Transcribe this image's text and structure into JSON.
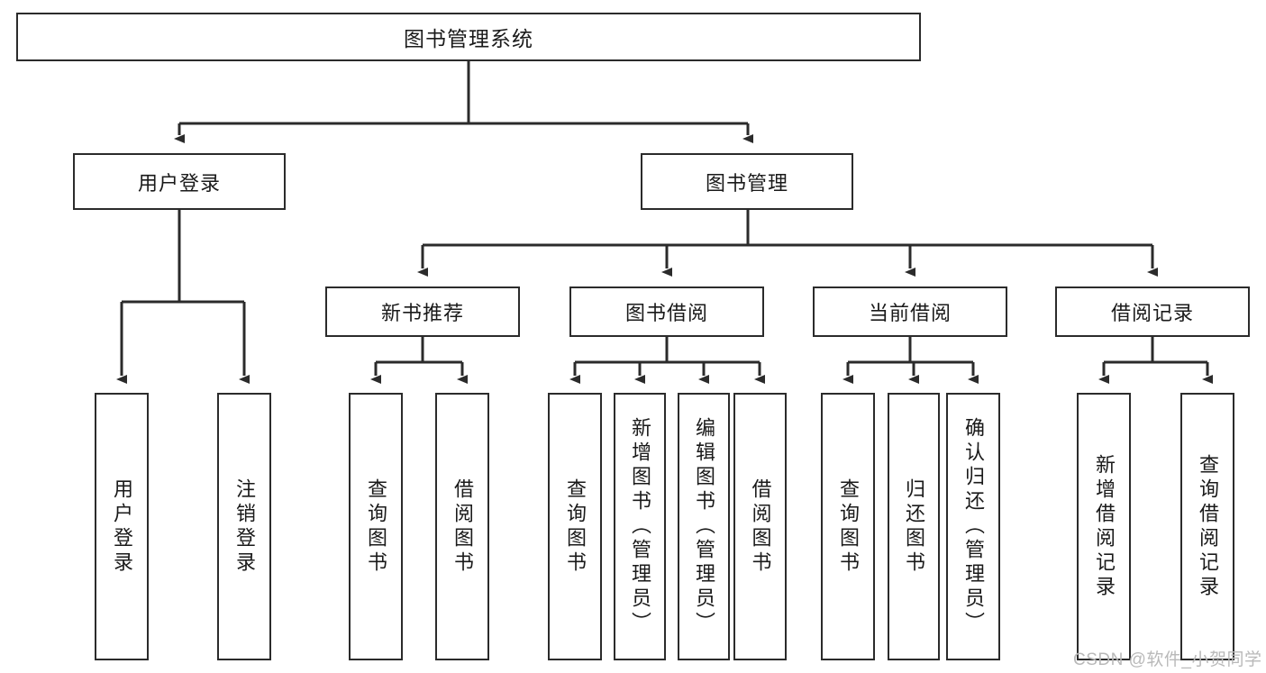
{
  "diagram": {
    "type": "hierarchy-tree",
    "title": "图书管理系统",
    "root": {
      "label": "图书管理系统"
    },
    "level2": [
      {
        "label": "用户登录"
      },
      {
        "label": "图书管理"
      }
    ],
    "level3": [
      {
        "label": "新书推荐"
      },
      {
        "label": "图书借阅"
      },
      {
        "label": "当前借阅"
      },
      {
        "label": "借阅记录"
      }
    ],
    "leaves": {
      "user_login": [
        {
          "label": "用户登录"
        },
        {
          "label": "注销登录"
        }
      ],
      "new_book_recommend": [
        {
          "label": "查询图书"
        },
        {
          "label": "借阅图书"
        }
      ],
      "book_borrow": [
        {
          "label": "查询图书"
        },
        {
          "label": "新增图书（管理员）"
        },
        {
          "label": "编辑图书（管理员）"
        },
        {
          "label": "借阅图书"
        }
      ],
      "current_borrow": [
        {
          "label": "查询图书"
        },
        {
          "label": "归还图书"
        },
        {
          "label": "确认归还（管理员）"
        }
      ],
      "borrow_record": [
        {
          "label": "新增借阅记录"
        },
        {
          "label": "查询借阅记录"
        }
      ]
    }
  },
  "watermark": {
    "text": "CSDN @软件_小贺同学"
  },
  "colors": {
    "stroke": "#2b2b2b",
    "box_fill": "#ffffff",
    "text": "#1a1a1a",
    "watermark": "#b9b9b9",
    "background": "#ffffff"
  }
}
